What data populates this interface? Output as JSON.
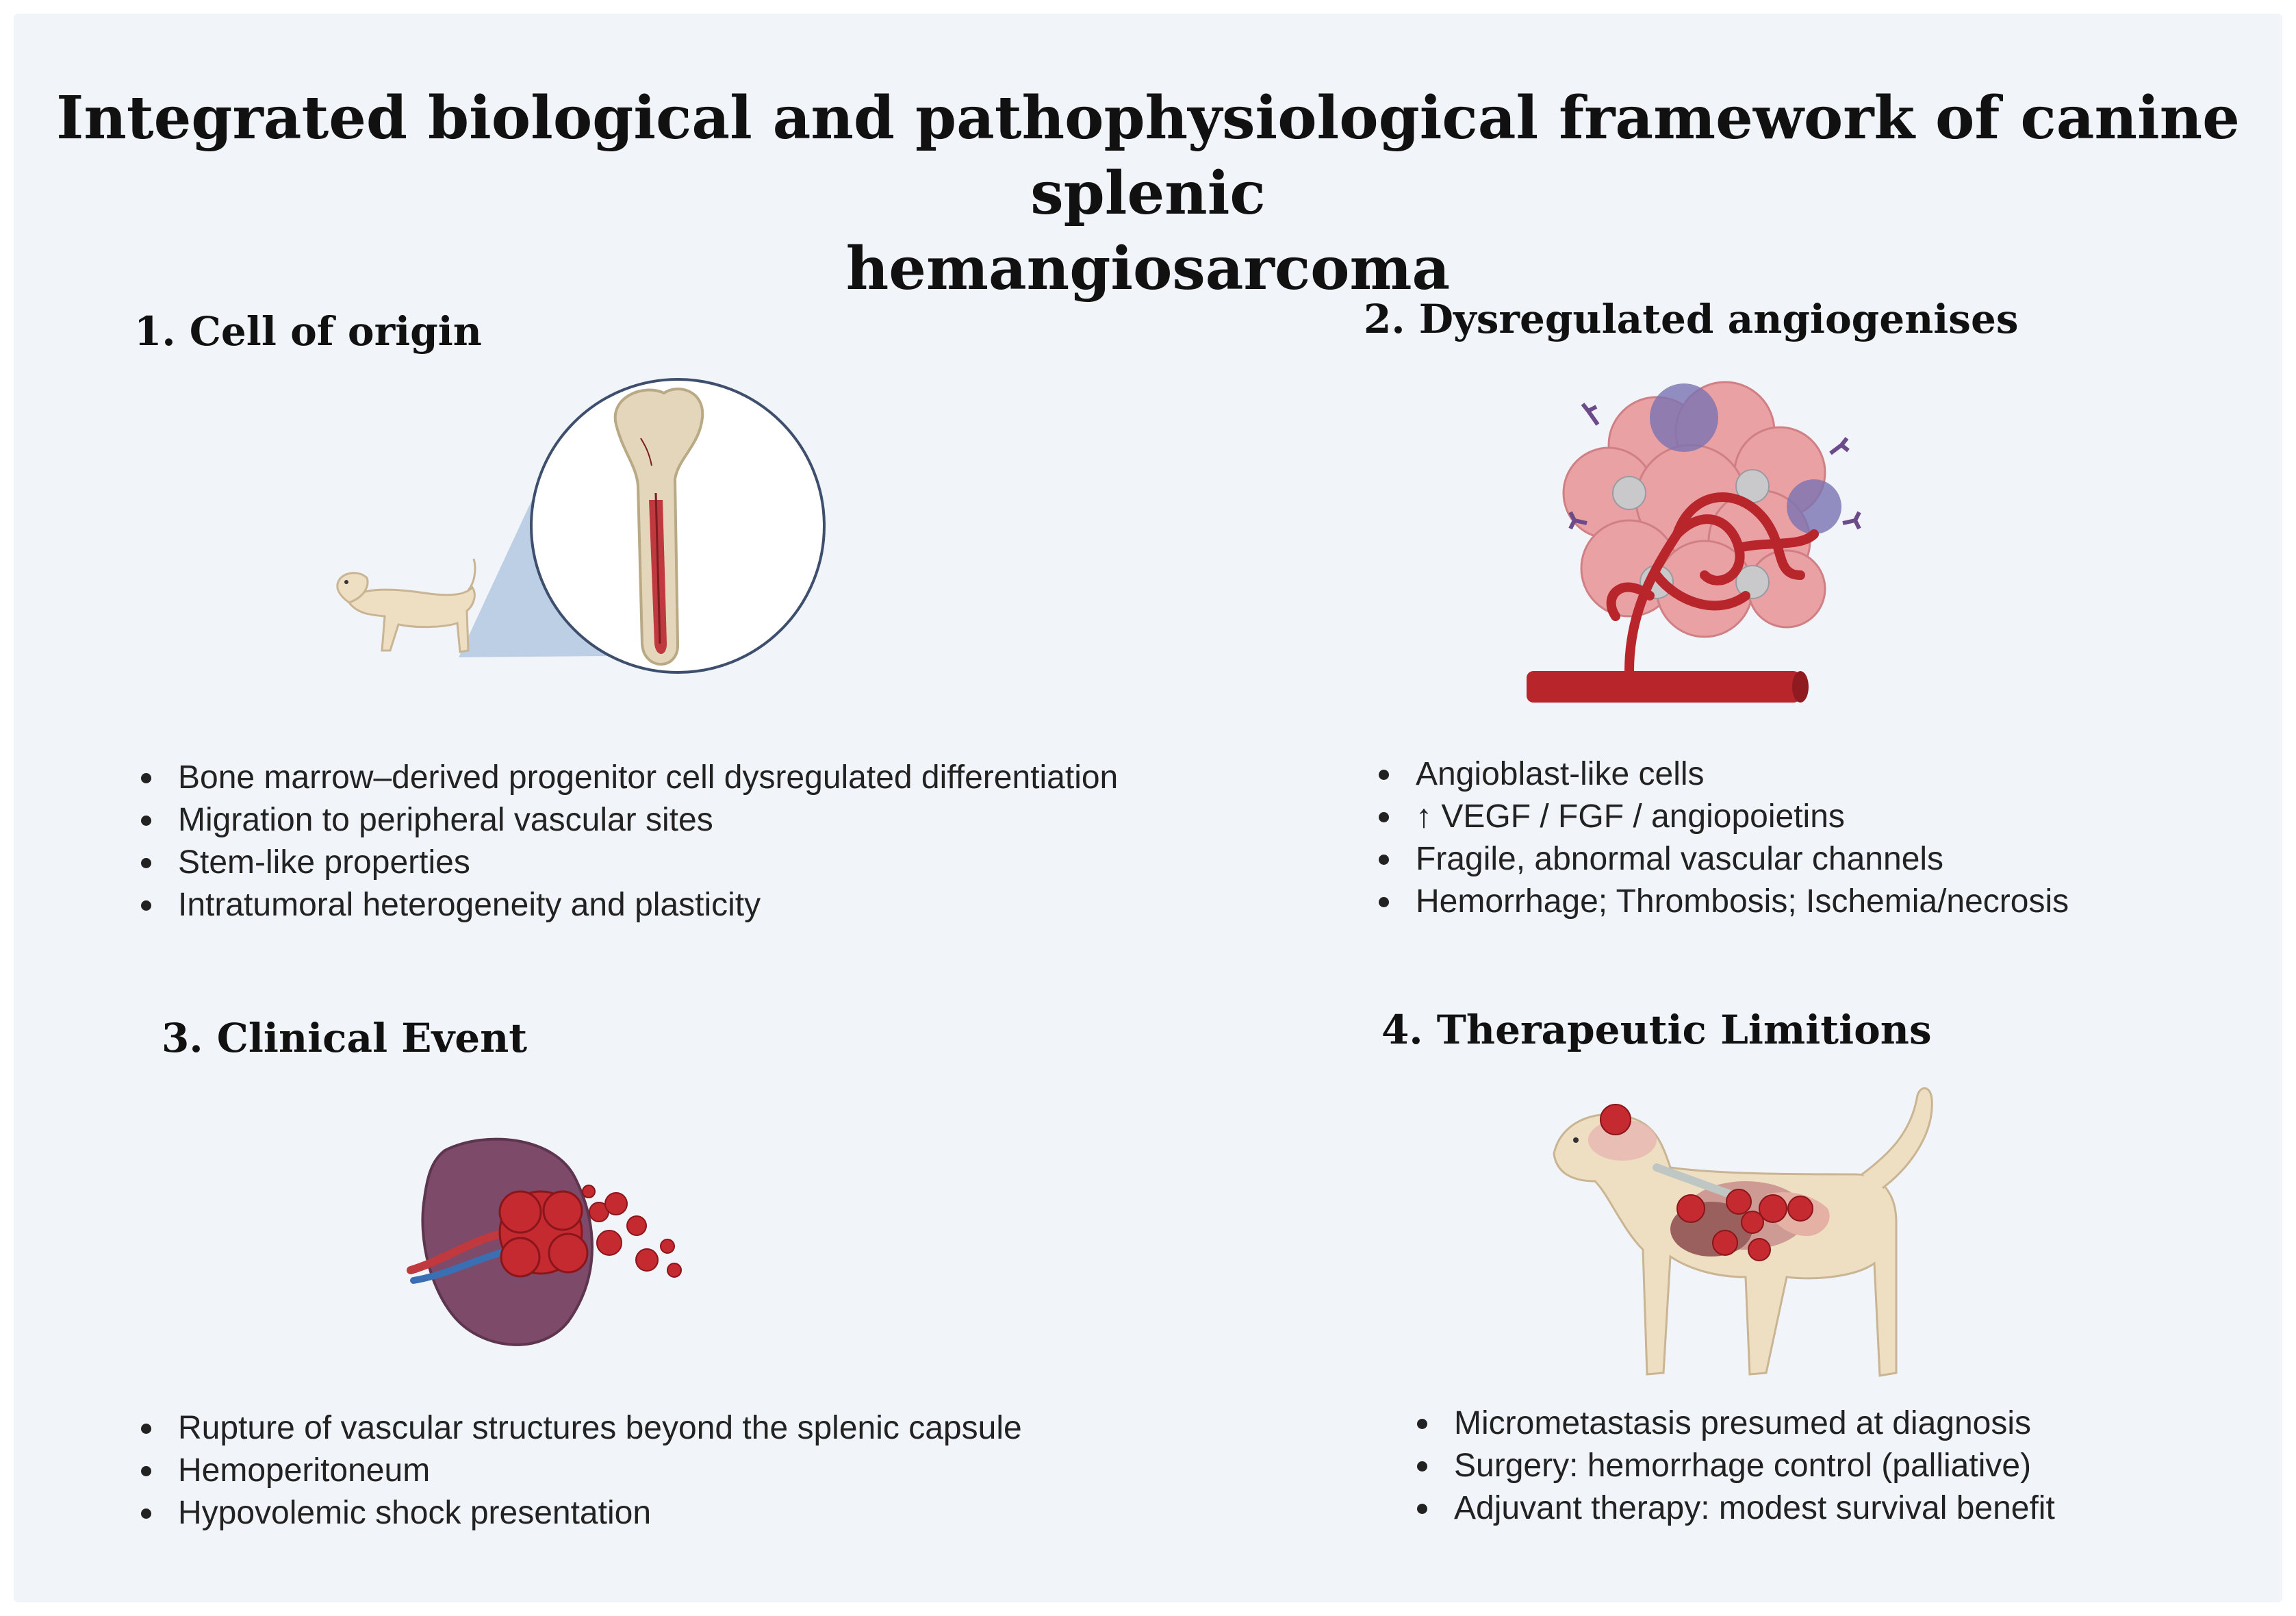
{
  "title": {
    "line1": "Integrated biological and pathophysiological framework of canine splenic",
    "line2": "hemangiosarcoma"
  },
  "sections": [
    {
      "heading": "1.  Cell of origin",
      "icon": "dog-bone-marrow-icon",
      "bullets": [
        "Bone marrow–derived progenitor cell dysregulated differentiation",
        "Migration to peripheral vascular sites",
        "Stem-like properties",
        "Intratumoral heterogeneity and plasticity"
      ]
    },
    {
      "heading": "2.  Dysregulated angiogenises",
      "icon": "tumor-angiogenesis-icon",
      "bullets": [
        "Angioblast-like cells",
        "↑ VEGF / FGF / angiopoietins",
        "Fragile, abnormal vascular channels",
        "Hemorrhage; Thrombosis; Ischemia/necrosis"
      ]
    },
    {
      "heading": "3. Clinical Event",
      "icon": "ruptured-spleen-icon",
      "bullets": [
        "Rupture of vascular structures beyond the splenic capsule",
        "Hemoperitoneum",
        "Hypovolemic shock presentation"
      ]
    },
    {
      "heading": "4. Therapeutic Limitions",
      "icon": "dog-metastasis-icon",
      "bullets": [
        "Micrometastasis presumed at diagnosis",
        "Surgery: hemorrhage control (palliative)",
        "Adjuvant therapy: modest survival benefit"
      ]
    }
  ],
  "colors": {
    "background": "#f1f4f9",
    "text": "#111111",
    "blood_red": "#b8262c",
    "tumor_pink": "#e9a1a4",
    "spleen_purple": "#7d4a6a",
    "dog_beige": "#efdfc2"
  }
}
